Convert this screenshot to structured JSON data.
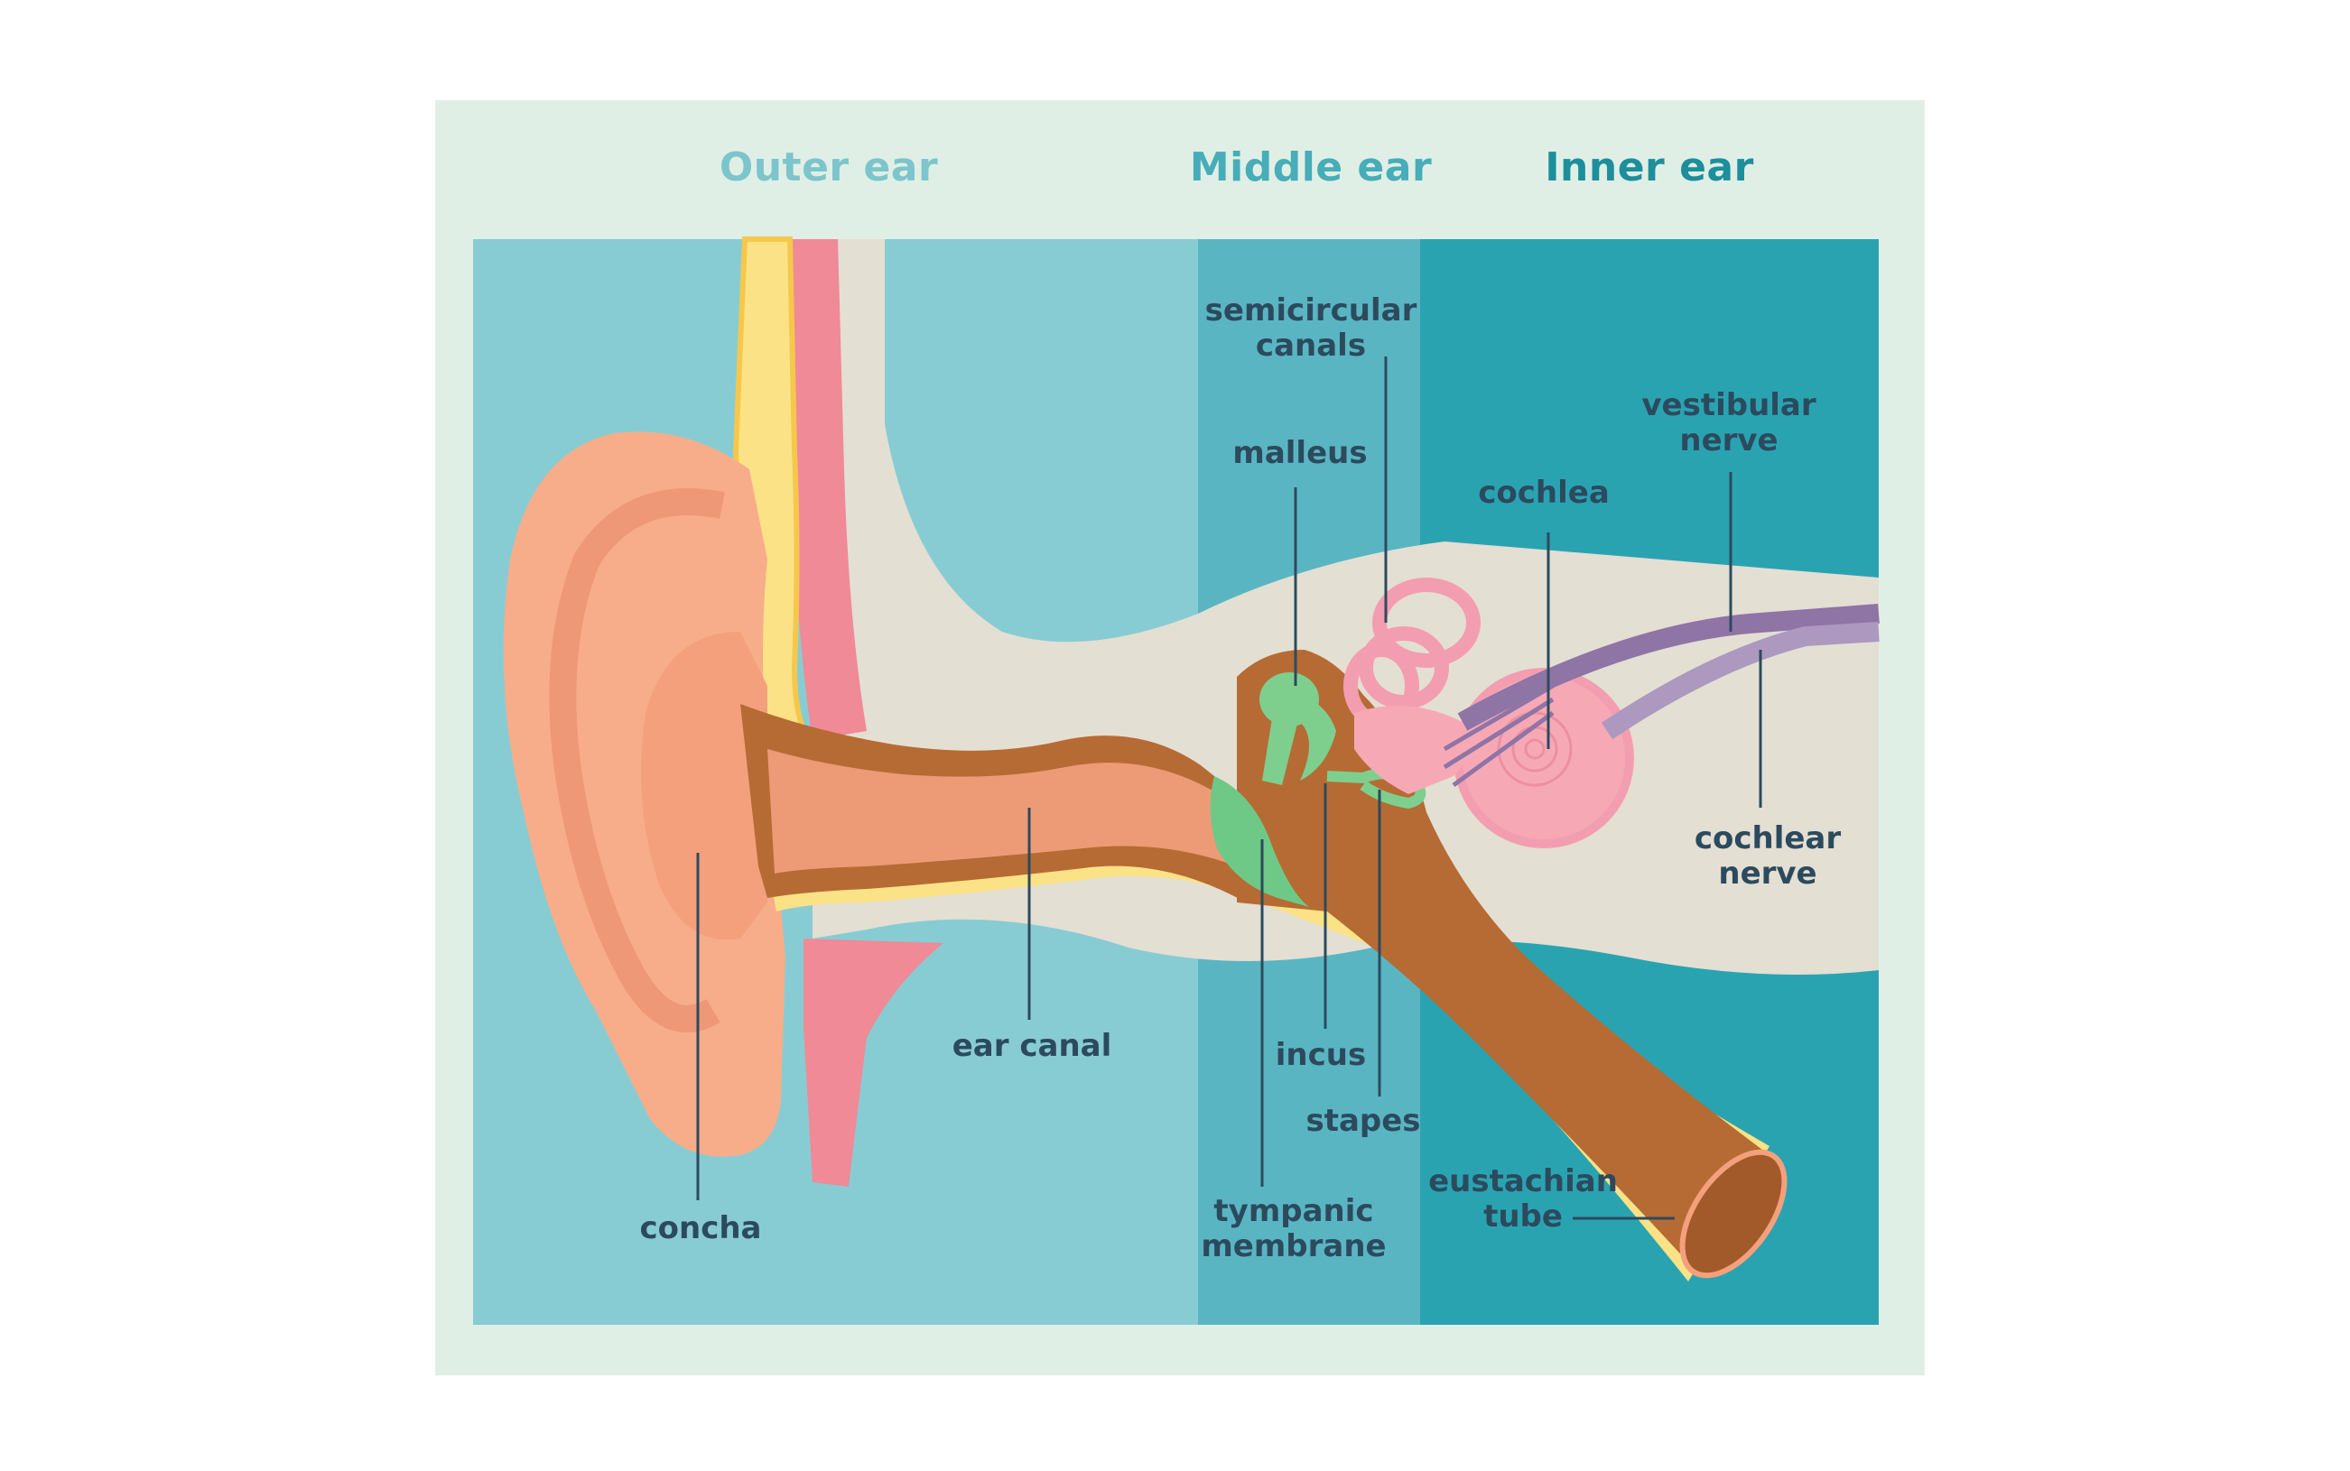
{
  "regions": {
    "outer": {
      "title": "Outer ear",
      "color": "#7cc5cc"
    },
    "middle": {
      "title": "Middle ear",
      "color": "#46adb9"
    },
    "inner": {
      "title": "Inner ear",
      "color": "#1d8f9c"
    }
  },
  "labels": {
    "semicircular_1": "semicircular",
    "semicircular_2": "canals",
    "malleus": "malleus",
    "cochlea": "cochlea",
    "vestibular_1": "vestibular",
    "vestibular_2": "nerve",
    "cochlear_1": "cochlear",
    "cochlear_2": "nerve",
    "ear_canal": "ear canal",
    "incus": "incus",
    "stapes": "stapes",
    "tympanic_1": "tympanic",
    "tympanic_2": "membrane",
    "eustachian_1": "eustachian",
    "eustachian_2": "tube",
    "concha": "concha"
  },
  "colors": {
    "label_text": "#2c4a5e",
    "outer_bg": "#88ccd3",
    "middle_bg": "#5ab5c2",
    "inner_bg": "#2aa3b1",
    "skin": "#f7ad8a",
    "cartilage": "#fbe287",
    "canal_pink": "#ef8a96",
    "tissue": "#e3dfd3",
    "bone_brown": "#b66b34",
    "ossicle_green": "#7ecf8e",
    "cochlea_pink": "#f6a9b5",
    "nerve_purple": "#a88bb4"
  }
}
